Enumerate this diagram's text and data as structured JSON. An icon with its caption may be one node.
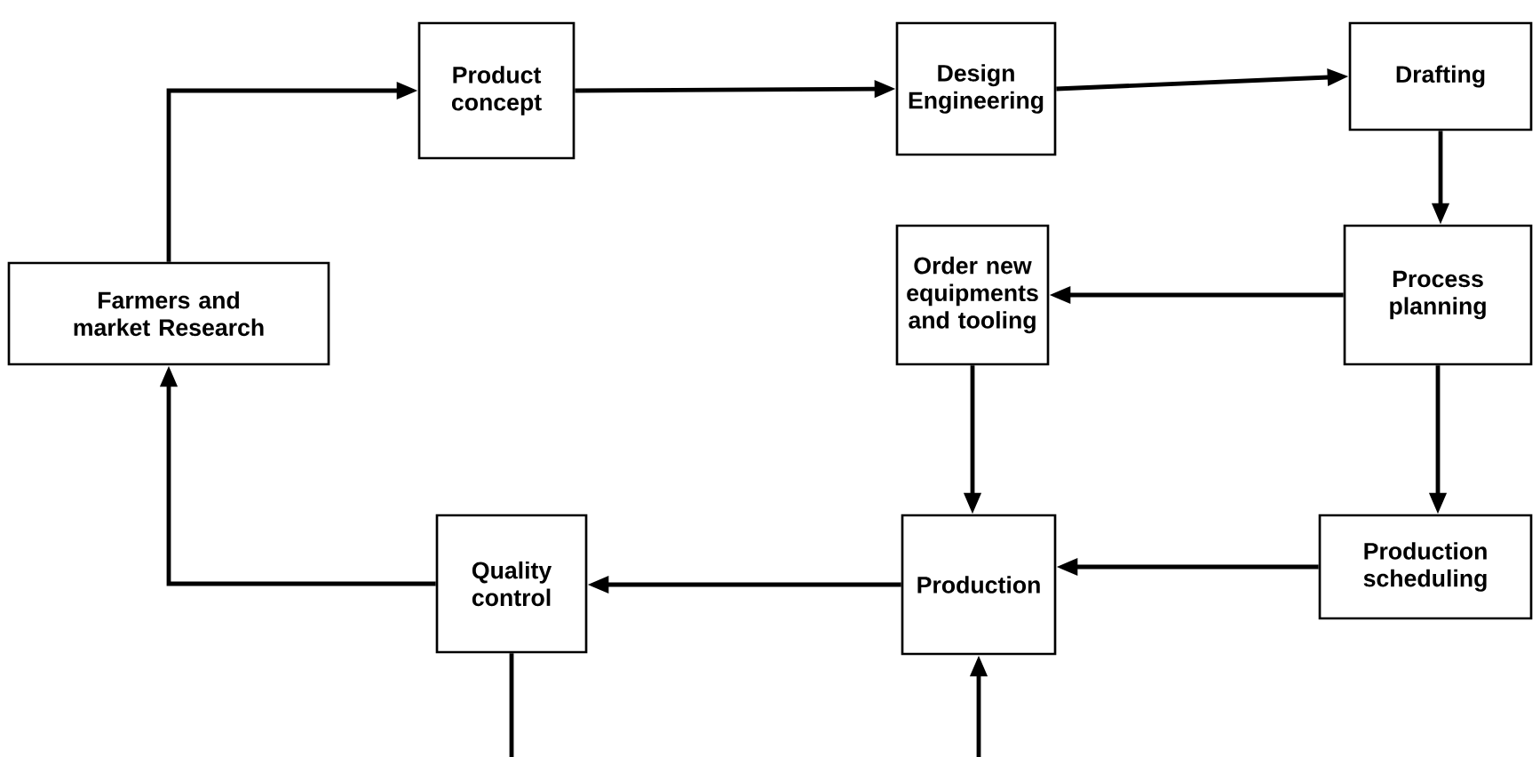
{
  "diagram": {
    "nodes": [
      {
        "text": [
          "Farmers and market Research"
        ]
      },
      {
        "text": [
          "Product concept"
        ]
      },
      {
        "text": [
          "Design Engineering"
        ]
      },
      {
        "text": [
          "Drafting"
        ]
      },
      {
        "text": [
          "Process planning"
        ]
      },
      {
        "text": [
          "Order new equipments and tooling"
        ]
      },
      {
        "text": [
          "Production scheduling"
        ]
      },
      {
        "text": [
          "Production"
        ]
      },
      {
        "text": [
          "Quality control"
        ]
      }
    ],
    "edges": [
      {
        "from": 0,
        "to": 1,
        "arrow": "to"
      },
      {
        "from": 1,
        "to": 2,
        "arrow": "to"
      },
      {
        "from": 2,
        "to": 3,
        "arrow": "to"
      },
      {
        "from": 3,
        "to": 4,
        "arrow": "to"
      },
      {
        "from": 4,
        "to": 5,
        "arrow": "to"
      },
      {
        "from": 4,
        "to": 6,
        "arrow": "to"
      },
      {
        "from": 5,
        "to": 7,
        "arrow": "to"
      },
      {
        "from": 6,
        "to": 7,
        "arrow": "to"
      },
      {
        "from": 7,
        "to": 8,
        "arrow": "to"
      },
      {
        "from": 8,
        "to": 0,
        "arrow": "to"
      },
      {
        "from": 8,
        "to": null,
        "arrow": "none"
      },
      {
        "from": null,
        "to": 7,
        "arrow": "to"
      }
    ]
  }
}
